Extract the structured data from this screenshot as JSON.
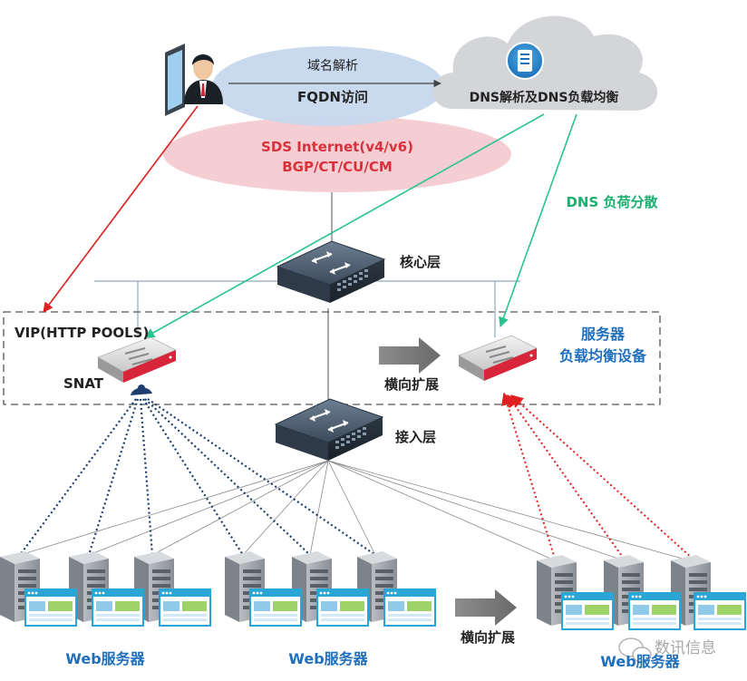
{
  "labels": {
    "dns_resolve": "域名解析",
    "fqdn_access": "FQDN访问",
    "dns_lb": "DNS解析及DNS负载均衡",
    "sds_line1": "SDS Internet(v4/v6)",
    "sds_line2": "BGP/CT/CU/CM",
    "dns_load_dispersion": "DNS 负荷分散",
    "core_layer": "核心层",
    "vip": "VIP(HTTP POOLS)",
    "snat": "SNAT",
    "horizontal_expansion_top": "横向扩展",
    "server_lb_line1": "服务器",
    "server_lb_line2": "负载均衡设备",
    "access_layer": "接入层",
    "web_servers_1": "Web服务器",
    "web_servers_2": "Web服务器",
    "horizontal_expansion_bottom": "横向扩展",
    "web_servers_3": "Web服务器",
    "watermark": "数讯信息"
  },
  "colors": {
    "blue_text": "#1f6fbd",
    "red_text": "#d9313b",
    "green_text": "#1aae6f",
    "red_arrow": "#e02020",
    "green_arrow": "#29c38f",
    "dotted_blue": "#1e3f6e",
    "dotted_red": "#e02020",
    "oval_blue": "#c6d8ee",
    "oval_red": "#f4c9cf",
    "cloud": "#d3d5d8"
  }
}
